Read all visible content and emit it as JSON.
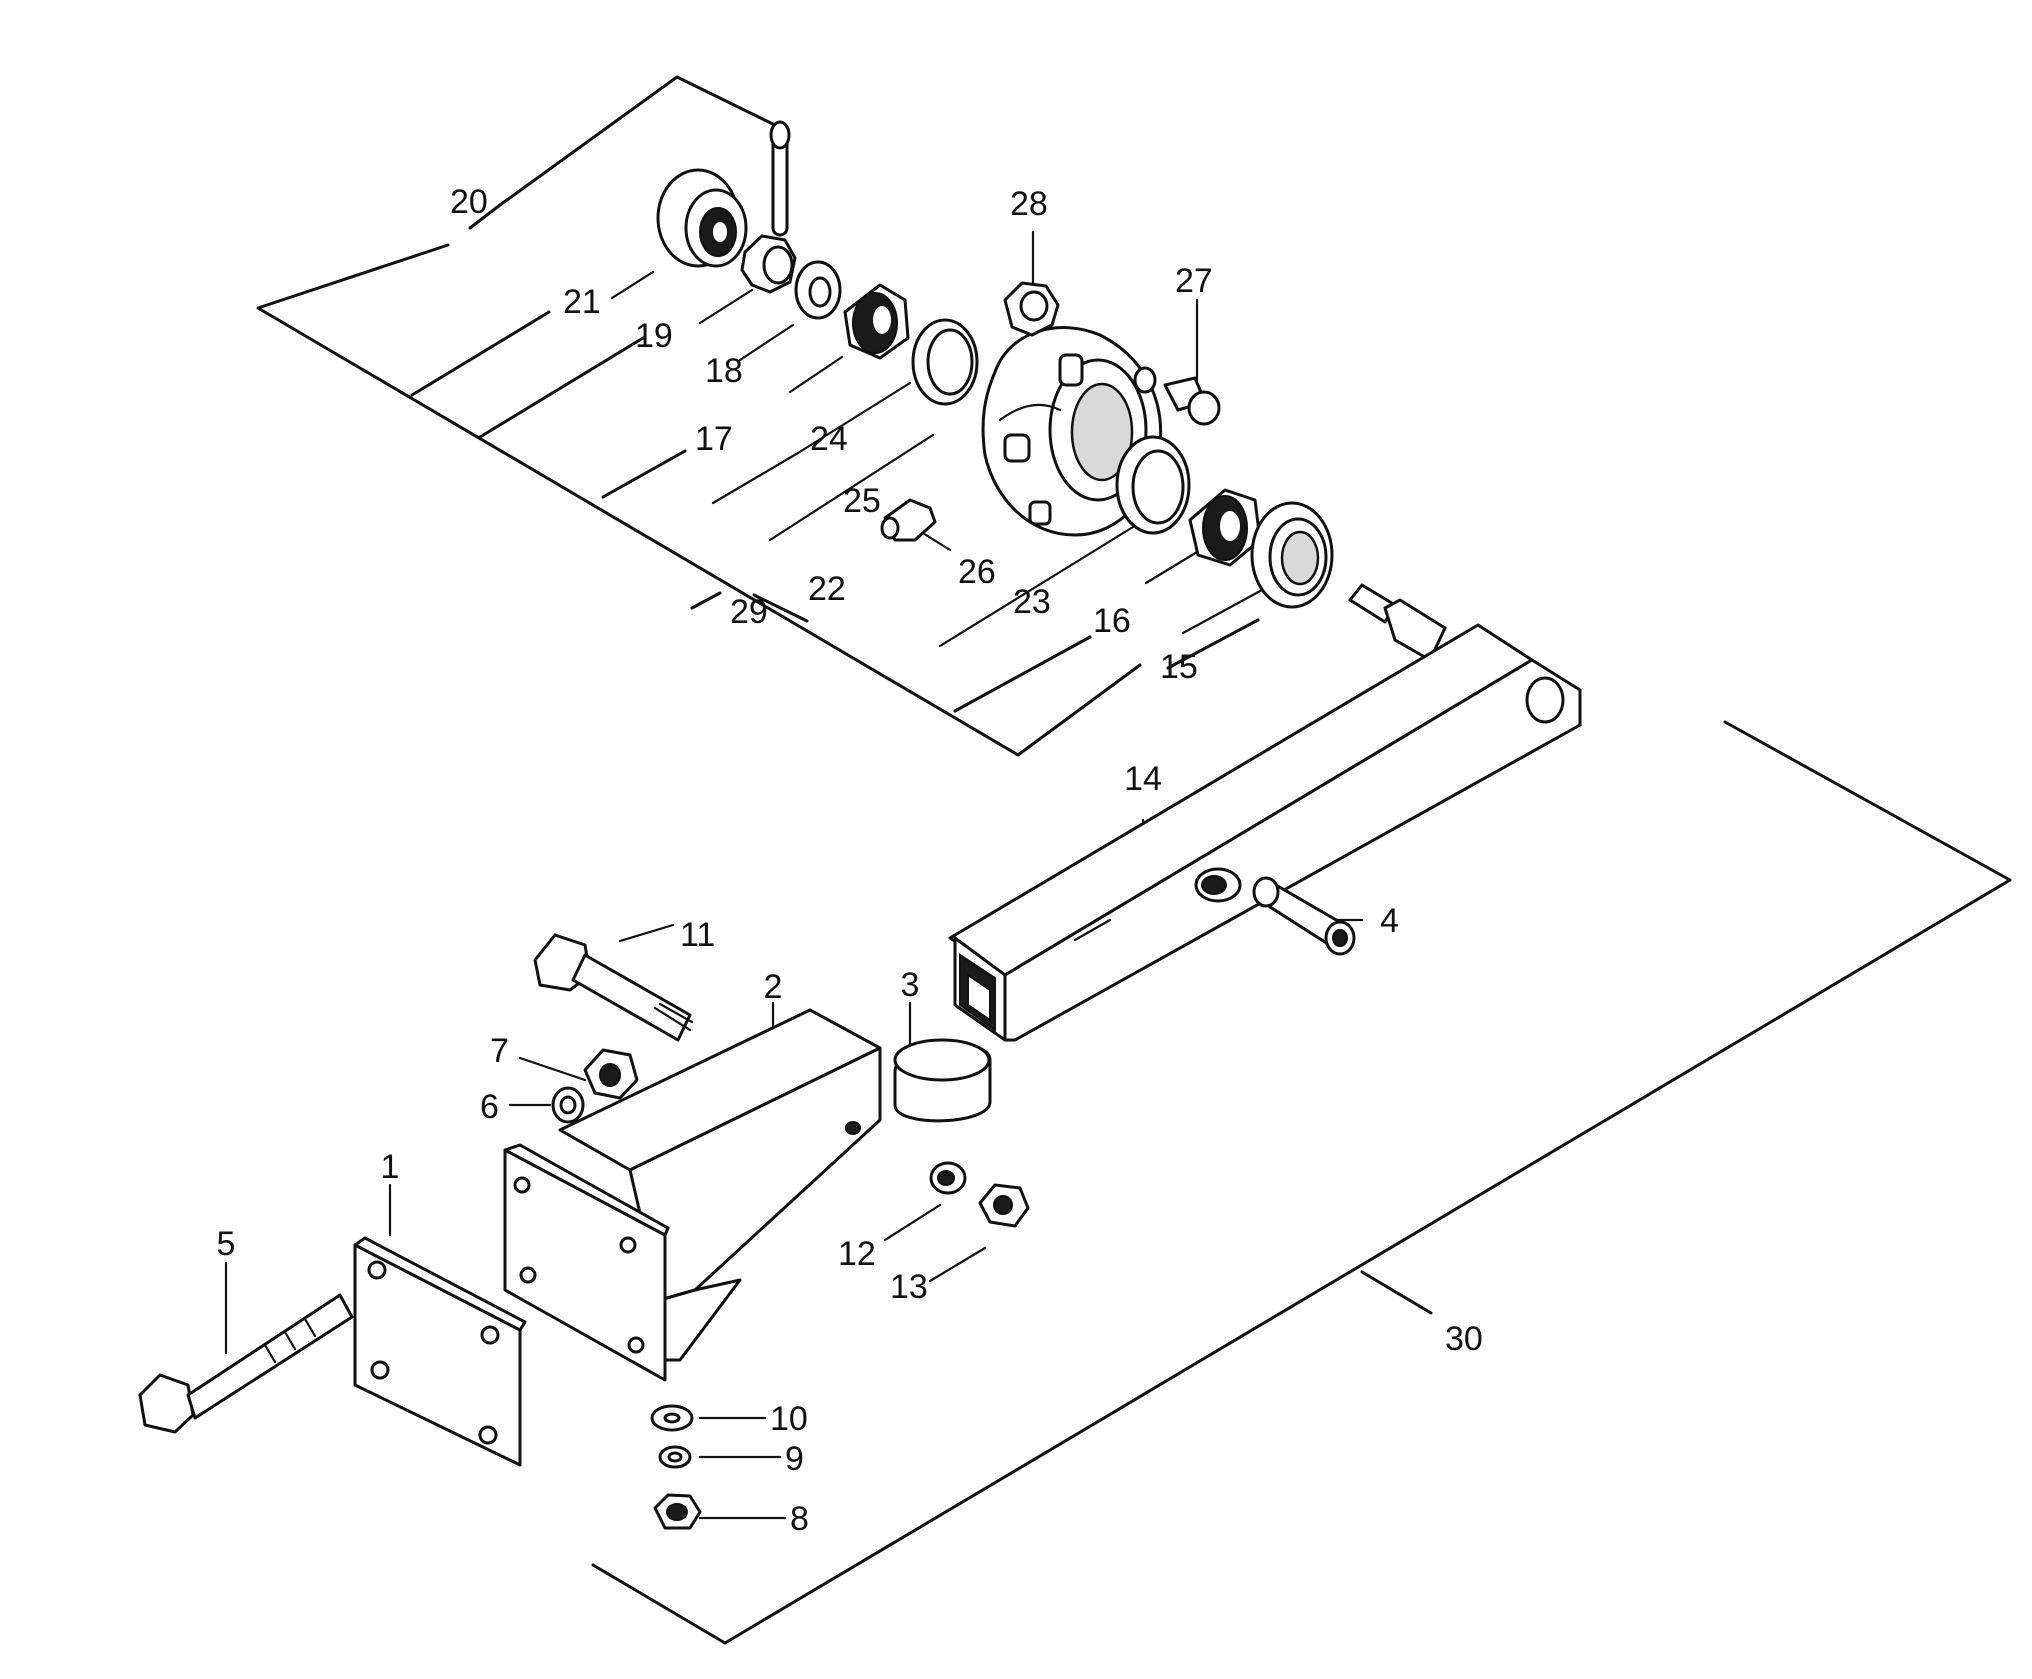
{
  "diagram": {
    "labels": {
      "p1": "1",
      "p2": "2",
      "p3": "3",
      "p4": "4",
      "p5": "5",
      "p6": "6",
      "p7": "7",
      "p8": "8",
      "p9": "9",
      "p10": "10",
      "p11": "11",
      "p12": "12",
      "p13": "13",
      "p14": "14",
      "p15": "15",
      "p16": "16",
      "p17": "17",
      "p18": "18",
      "p19": "19",
      "p20": "20",
      "p21": "21",
      "p22": "22",
      "p23": "23",
      "p24": "24",
      "p25": "25",
      "p26": "26",
      "p27": "27",
      "p28": "28",
      "p29": "29",
      "p30": "30"
    }
  }
}
